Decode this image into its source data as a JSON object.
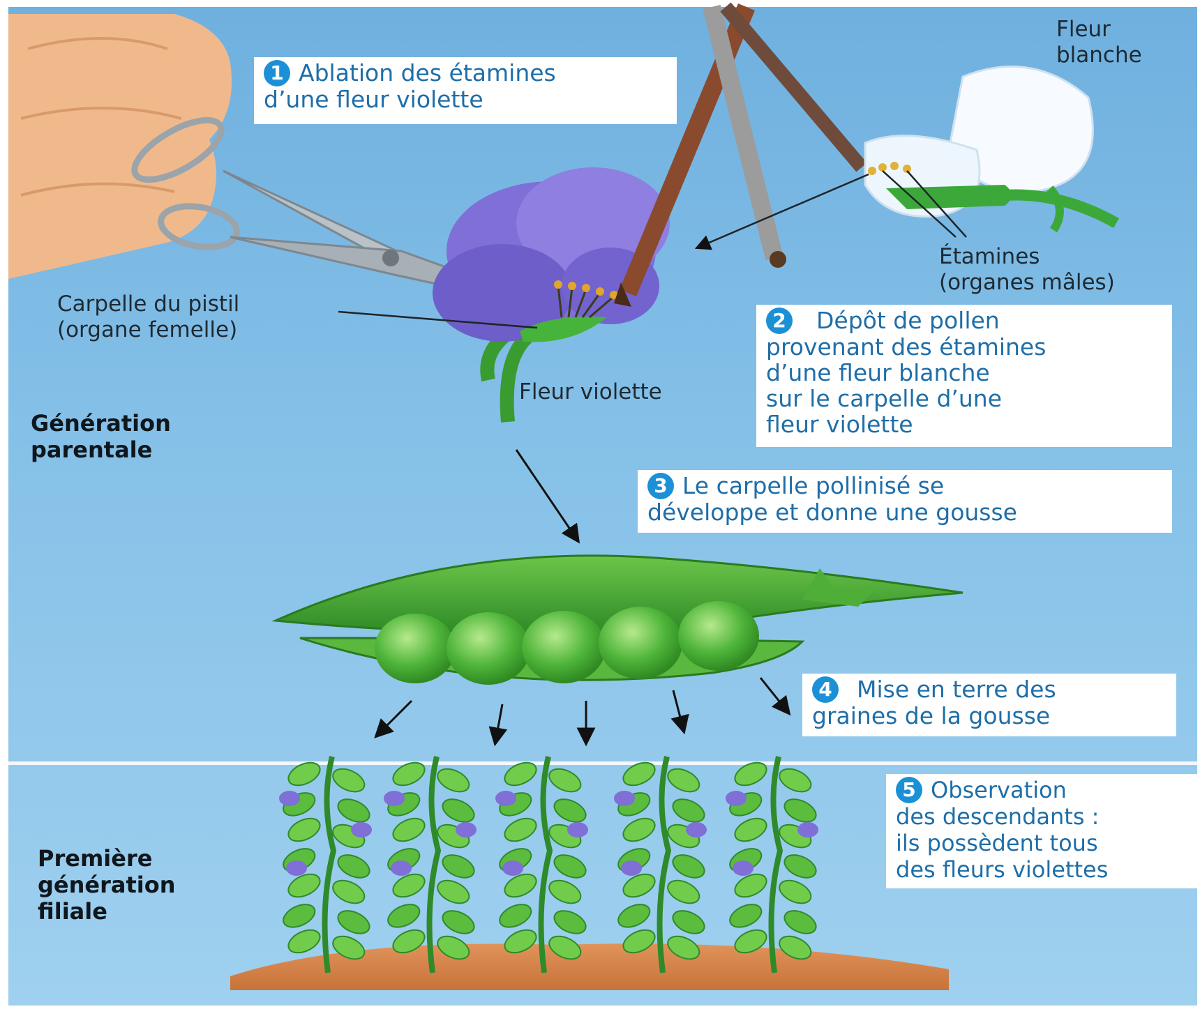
{
  "steps": [
    {
      "num": "1",
      "lines": [
        "Ablation des étamines",
        "d’une fleur violette"
      ]
    },
    {
      "num": "2",
      "lines": [
        "Dépôt de pollen",
        "provenant des étamines",
        "d’une fleur blanche",
        "sur le carpelle d’une",
        "fleur violette"
      ]
    },
    {
      "num": "3",
      "lines": [
        "Le carpelle pollinisé se",
        "développe et donne une gousse"
      ]
    },
    {
      "num": "4",
      "lines": [
        "Mise en terre des",
        "graines de la gousse"
      ]
    },
    {
      "num": "5",
      "lines": [
        "Observation",
        "des descendants :",
        "ils possèdent tous",
        "des fleurs violettes"
      ]
    }
  ],
  "labels": {
    "fleur_blanche": [
      "Fleur",
      "blanche"
    ],
    "etamines": [
      "Étamines",
      "(organes mâles)"
    ],
    "carpelle": [
      "Carpelle du pistil",
      "(organe femelle)"
    ],
    "fleur_violette": "Fleur violette"
  },
  "generations": {
    "parentale": [
      "Génération",
      "parentale"
    ],
    "filiale": [
      "Première",
      "génération",
      "filiale"
    ]
  },
  "colors": {
    "background": "#7fbbe5",
    "step_number": "#1c90d6",
    "step_text": "#1e6ea8",
    "violet_flower": "#7f6fd6",
    "pod_green": "#3fa52e",
    "soil": "#d2833f"
  }
}
